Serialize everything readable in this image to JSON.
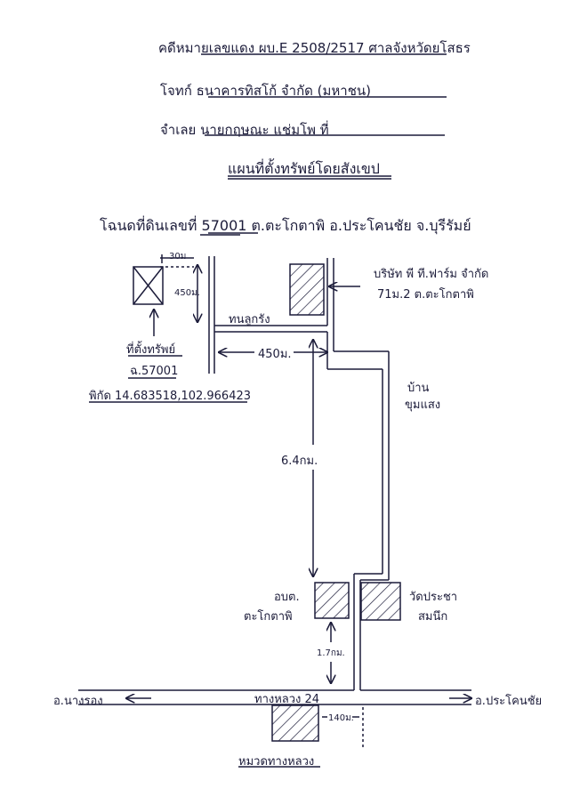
{
  "header": {
    "case_line": "คดีหมายเลขแดง ผบ.E 2508/2517 ศาลจังหวัดยโสธร",
    "plaintiff_line": "โจทก์ ธนาคารทิสโก้ จำกัด (มหาชน)",
    "defendant_line": "จำเลย นายกฤษณะ แช่มโพ ที่",
    "map_title": "แผนที่ตั้งทรัพย์โดยสังเขป"
  },
  "deed_line": {
    "text": "โฉนดที่ดินเลขที่ 57001 ต.ตะโกตาพิ อ.ประโคนชัย จ.บุรีรัมย์"
  },
  "labels": {
    "dist_30m": "30ม",
    "dist_450m_vertical": "450ม.",
    "soi_name": "ทนลูกรัง",
    "dist_450m_horizontal": "450ม.",
    "company_name": "บริษัท พี ที.ฟาร์ม จำกัด",
    "company_address": "71ม.2 ต.ตะโกตาพิ",
    "village_line1": "บ้าน",
    "village_line2": "ขุมแสง",
    "dist_6_4km": "6.4กม.",
    "property_line1": "ที่ตั้งทรัพย์",
    "property_line2": "ฉ.57001",
    "coordinates": "พิกัด 14.683518,102.966423",
    "subdistrict_office_line1": "อบต.",
    "subdistrict_office_line2": "ตะโกตาพิ",
    "temple_line1": "วัดประชา",
    "temple_line2": "สมนึก",
    "dist_1_7km": "1.7กม.",
    "highway": "ทางหลวง 24",
    "left_destination": "อ.นางรอง",
    "right_destination": "อ.ประโคนชัย",
    "dist_140m": "140ม.",
    "highway_unit": "หมวดทางหลวง"
  },
  "colors": {
    "ink": "#1c1c3a",
    "paper": "#ffffff"
  }
}
